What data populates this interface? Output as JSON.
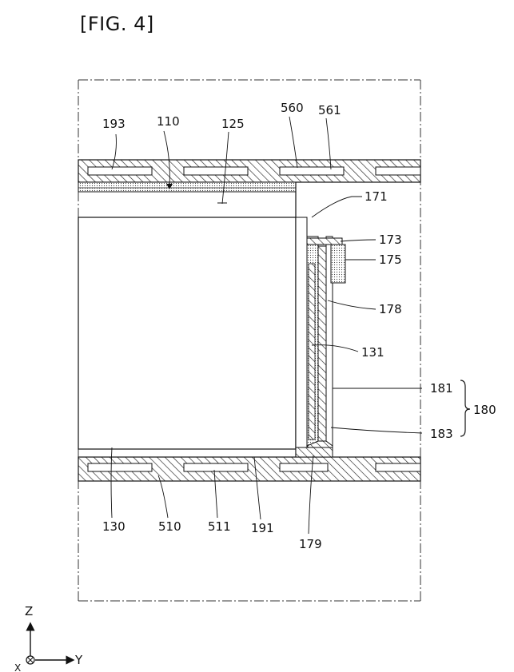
{
  "figure": {
    "title": "[FIG. 4]",
    "labels": {
      "193": "193",
      "110": "110",
      "125": "125",
      "560": "560",
      "561": "561",
      "171": "171",
      "173": "173",
      "175": "175",
      "178": "178",
      "131": "131",
      "181": "181",
      "180": "180",
      "183": "183",
      "130": "130",
      "510": "510",
      "511": "511",
      "191": "191",
      "179": "179"
    },
    "axes": {
      "z": "Z",
      "y": "Y",
      "x": "X"
    }
  }
}
